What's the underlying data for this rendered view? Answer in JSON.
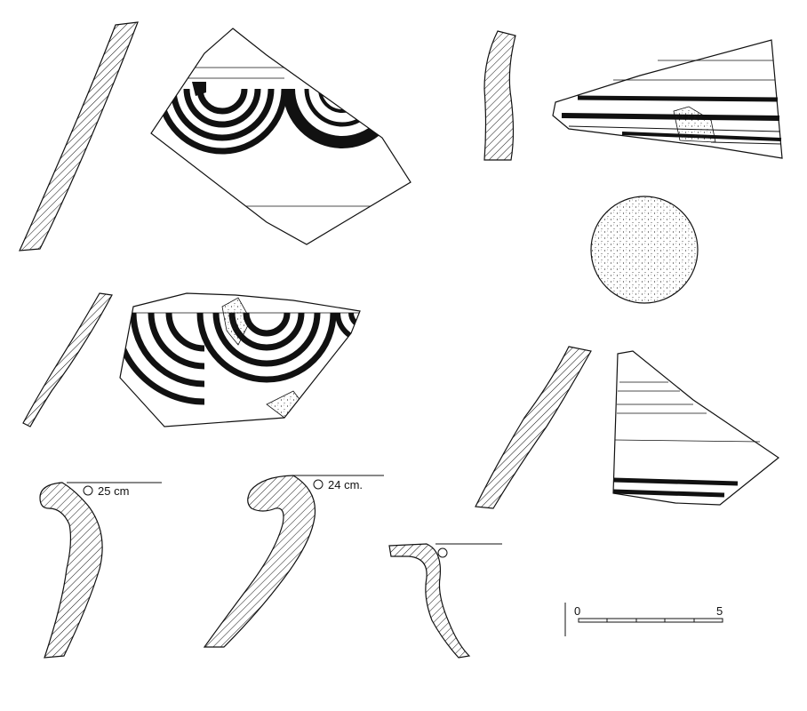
{
  "diameters": {
    "rim_1": "25 cm",
    "rim_2": "24 cm.",
    "rim_3": ""
  },
  "scale_bar": {
    "start": "0",
    "end": "5"
  },
  "colors": {
    "ink": "#111111",
    "paper": "#ffffff"
  }
}
